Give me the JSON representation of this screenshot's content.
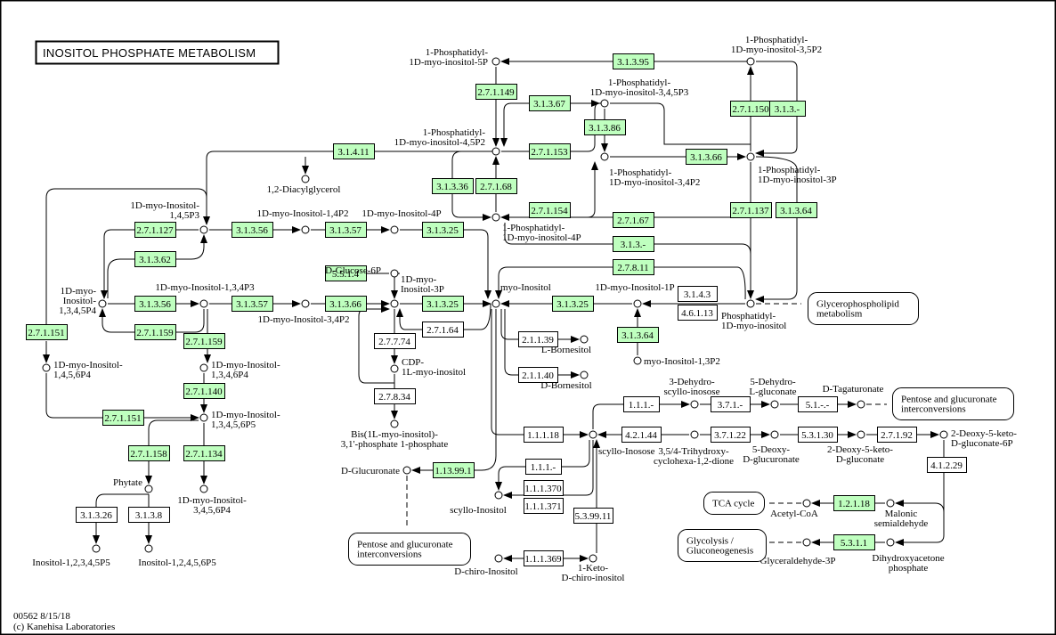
{
  "title": "INOSITOL PHOSPHATE METABOLISM",
  "footer": {
    "line1": "00562 8/15/18",
    "line2": "(c) Kanehisa Laboratories"
  },
  "colors": {
    "enzyme_found": "#bfffbf",
    "enzyme_other": "#ffffff",
    "line": "#000000"
  },
  "enzymes": [
    {
      "id": "e1",
      "label": "3.1.3.95",
      "found": true
    },
    {
      "id": "e2",
      "label": "2.7.1.149",
      "found": true
    },
    {
      "id": "e3",
      "label": "3.1.3.67",
      "found": true
    },
    {
      "id": "e4",
      "label": "3.1.3.86",
      "found": true
    },
    {
      "id": "e5",
      "label": "2.7.1.153",
      "found": true
    },
    {
      "id": "e6",
      "label": "3.1.3.66",
      "found": true
    },
    {
      "id": "e7",
      "label": "2.7.1.150",
      "found": true
    },
    {
      "id": "e8",
      "label": "3.1.3.-",
      "found": true
    },
    {
      "id": "e9",
      "label": "3.1.4.11",
      "found": true
    },
    {
      "id": "e10",
      "label": "3.1.3.36",
      "found": true
    },
    {
      "id": "e11",
      "label": "2.7.1.68",
      "found": true
    },
    {
      "id": "e12",
      "label": "2.7.1.154",
      "found": true
    },
    {
      "id": "e13",
      "label": "2.7.1.67",
      "found": true
    },
    {
      "id": "e14",
      "label": "2.7.1.137",
      "found": true
    },
    {
      "id": "e15",
      "label": "3.1.3.64",
      "found": true
    },
    {
      "id": "e16",
      "label": "2.7.1.127",
      "found": true
    },
    {
      "id": "e17",
      "label": "3.1.3.56",
      "found": true
    },
    {
      "id": "e18",
      "label": "3.1.3.57",
      "found": true
    },
    {
      "id": "e19",
      "label": "3.1.3.25",
      "found": true
    },
    {
      "id": "e20",
      "label": "3.1.3.-",
      "found": true
    },
    {
      "id": "e21",
      "label": "3.1.3.62",
      "found": true
    },
    {
      "id": "e22",
      "label": "5.5.1.4",
      "found": true
    },
    {
      "id": "e23",
      "label": "2.7.8.11",
      "found": true
    },
    {
      "id": "e24",
      "label": "3.1.3.56",
      "found": true
    },
    {
      "id": "e25",
      "label": "3.1.3.57",
      "found": true
    },
    {
      "id": "e26",
      "label": "3.1.3.66",
      "found": true
    },
    {
      "id": "e27",
      "label": "3.1.3.25",
      "found": true
    },
    {
      "id": "e28",
      "label": "3.1.3.25",
      "found": true
    },
    {
      "id": "e29",
      "label": "3.1.4.3",
      "found": false
    },
    {
      "id": "e30",
      "label": "4.6.1.13",
      "found": false
    },
    {
      "id": "e31",
      "label": "2.7.1.151",
      "found": true
    },
    {
      "id": "e32",
      "label": "2.7.1.159",
      "found": true
    },
    {
      "id": "e33",
      "label": "2.7.1.159",
      "found": true
    },
    {
      "id": "e34",
      "label": "2.7.7.74",
      "found": false
    },
    {
      "id": "e35",
      "label": "2.7.1.64",
      "found": false
    },
    {
      "id": "e36",
      "label": "3.1.3.64",
      "found": true
    },
    {
      "id": "e37",
      "label": "2.1.1.39",
      "found": false
    },
    {
      "id": "e38",
      "label": "2.1.1.40",
      "found": false
    },
    {
      "id": "e39",
      "label": "2.7.1.140",
      "found": true
    },
    {
      "id": "e40",
      "label": "2.7.8.34",
      "found": false
    },
    {
      "id": "e41",
      "label": "2.7.1.151",
      "found": true
    },
    {
      "id": "e42",
      "label": "1.1.1.-",
      "found": false
    },
    {
      "id": "e43",
      "label": "3.7.1.-",
      "found": false
    },
    {
      "id": "e44",
      "label": "5.1.-.-",
      "found": false
    },
    {
      "id": "e45",
      "label": "1.1.1.18",
      "found": false
    },
    {
      "id": "e46",
      "label": "4.2.1.44",
      "found": false
    },
    {
      "id": "e47",
      "label": "3.7.1.22",
      "found": false
    },
    {
      "id": "e48",
      "label": "5.3.1.30",
      "found": false
    },
    {
      "id": "e49",
      "label": "2.7.1.92",
      "found": false
    },
    {
      "id": "e50",
      "label": "2.7.1.158",
      "found": true
    },
    {
      "id": "e51",
      "label": "2.7.1.134",
      "found": true
    },
    {
      "id": "e52",
      "label": "1.13.99.1",
      "found": true
    },
    {
      "id": "e53",
      "label": "1.1.1.-",
      "found": false
    },
    {
      "id": "e54",
      "label": "4.1.2.29",
      "found": false
    },
    {
      "id": "e55",
      "label": "1.1.1.370",
      "found": false
    },
    {
      "id": "e56",
      "label": "1.1.1.371",
      "found": false
    },
    {
      "id": "e57",
      "label": "5.3.99.11",
      "found": false
    },
    {
      "id": "e58",
      "label": "1.2.1.18",
      "found": true
    },
    {
      "id": "e59",
      "label": "3.1.3.26",
      "found": false
    },
    {
      "id": "e60",
      "label": "3.1.3.8",
      "found": false
    },
    {
      "id": "e61",
      "label": "1.1.1.369",
      "found": false
    },
    {
      "id": "e62",
      "label": "5.3.1.1",
      "found": true
    }
  ],
  "compounds": [
    {
      "id": "c1",
      "lines": [
        "1-Phosphatidyl-",
        "1D-myo-inositol-5P"
      ]
    },
    {
      "id": "c2",
      "lines": [
        "1-Phosphatidyl-",
        "1D-myo-inositol-3,5P2"
      ]
    },
    {
      "id": "c3",
      "lines": [
        "1-Phosphatidyl-",
        "1D-myo-inositol-3,4,5P3"
      ]
    },
    {
      "id": "c4",
      "lines": [
        "1-Phosphatidyl-",
        "1D-myo-inositol-4,5P2"
      ]
    },
    {
      "id": "c5",
      "lines": [
        "1-Phosphatidyl-",
        "1D-myo-inositol-3,4P2"
      ]
    },
    {
      "id": "c6",
      "lines": [
        "1-Phosphatidyl-",
        "1D-myo-inositol-3P"
      ]
    },
    {
      "id": "c7",
      "lines": [
        "1,2-Diacylglycerol"
      ]
    },
    {
      "id": "c8",
      "lines": [
        "1D-myo-Inositol-",
        "1,4,5P3"
      ]
    },
    {
      "id": "c9",
      "lines": [
        "1D-myo-Inositol-1,4P2"
      ]
    },
    {
      "id": "c10",
      "lines": [
        "1D-myo-Inositol-4P"
      ]
    },
    {
      "id": "c11",
      "lines": [
        "1-Phosphatidyl-",
        "1D-myo-inositol-4P"
      ]
    },
    {
      "id": "c12",
      "lines": [
        "D-Glucose-6P"
      ]
    },
    {
      "id": "c13",
      "lines": [
        "1D-myo-",
        "Inositol-",
        "1,3,4,5P4"
      ]
    },
    {
      "id": "c14",
      "lines": [
        "1D-myo-Inositol-1,3,4P3"
      ]
    },
    {
      "id": "c15",
      "lines": [
        "1D-myo-Inositol-3,4P2"
      ]
    },
    {
      "id": "c16",
      "lines": [
        "1D-myo-",
        "Inositol-3P"
      ]
    },
    {
      "id": "c17",
      "lines": [
        "myo-Inositol"
      ]
    },
    {
      "id": "c18",
      "lines": [
        "1D-myo-Inositol-1P"
      ]
    },
    {
      "id": "c19",
      "lines": [
        "Phosphatidyl-",
        "1D-myo-inositol"
      ]
    },
    {
      "id": "c20",
      "lines": [
        "CDP-",
        "1L-myo-inositol"
      ]
    },
    {
      "id": "c21",
      "lines": [
        "L-Bornesitol"
      ]
    },
    {
      "id": "c22",
      "lines": [
        "myo-Inositol-1,3P2"
      ]
    },
    {
      "id": "c23",
      "lines": [
        "1D-myo-Inositol-",
        "1,4,5,6P4"
      ]
    },
    {
      "id": "c24",
      "lines": [
        "1D-myo-Inositol-",
        "1,3,4,6P4"
      ]
    },
    {
      "id": "c25",
      "lines": [
        "D-Bornesitol"
      ]
    },
    {
      "id": "c26",
      "lines": [
        "3-Dehydro-",
        "scyllo-inosose"
      ]
    },
    {
      "id": "c27",
      "lines": [
        "5-Dehydro-",
        "L-gluconate"
      ]
    },
    {
      "id": "c28",
      "lines": [
        "D-Tagaturonate"
      ]
    },
    {
      "id": "c29",
      "lines": [
        "1D-myo-Inositol-",
        "1,3,4,5,6P5"
      ]
    },
    {
      "id": "c30",
      "lines": [
        "Bis(1L-myo-inositol)-",
        "3,1'-phosphate 1-phosphate"
      ]
    },
    {
      "id": "c31",
      "lines": [
        "scyllo-Inosose"
      ]
    },
    {
      "id": "c32",
      "lines": [
        "3,5/4-Trihydroxy-",
        "cyclohexa-1,2-dione"
      ]
    },
    {
      "id": "c33",
      "lines": [
        "5-Deoxy-",
        "D-glucuronate"
      ]
    },
    {
      "id": "c34",
      "lines": [
        "2-Deoxy-5-keto-",
        "D-gluconate"
      ]
    },
    {
      "id": "c35",
      "lines": [
        "2-Deoxy-5-keto-",
        "D-gluconate-6P"
      ]
    },
    {
      "id": "c36",
      "lines": [
        "D-Glucuronate"
      ]
    },
    {
      "id": "c37",
      "lines": [
        "Phytate"
      ]
    },
    {
      "id": "c38",
      "lines": [
        "1D-myo-Inositol-",
        "3,4,5,6P4"
      ]
    },
    {
      "id": "c39",
      "lines": [
        "scyllo-Inositol"
      ]
    },
    {
      "id": "c40",
      "lines": [
        "Acetyl-CoA"
      ]
    },
    {
      "id": "c41",
      "lines": [
        "Malonic",
        "semialdehyde"
      ]
    },
    {
      "id": "c42",
      "lines": [
        "Glyceraldehyde-3P"
      ]
    },
    {
      "id": "c43",
      "lines": [
        "Dihydroxyacetone",
        "phosphate"
      ]
    },
    {
      "id": "c44",
      "lines": [
        "Inositol-1,2,3,4,5P5"
      ]
    },
    {
      "id": "c45",
      "lines": [
        "Inositol-1,2,4,5,6P5"
      ]
    },
    {
      "id": "c46",
      "lines": [
        "D-chiro-Inositol"
      ]
    },
    {
      "id": "c47",
      "lines": [
        "1-Keto-",
        "D-chiro-inositol"
      ]
    }
  ],
  "pathway_links": [
    {
      "id": "p1",
      "lines": [
        "Glycerophospholipid",
        "metabolism"
      ]
    },
    {
      "id": "p2",
      "lines": [
        "Pentose and glucuronate",
        "interconversions"
      ]
    },
    {
      "id": "p3",
      "lines": [
        "Pentose and glucuronate",
        "interconversions"
      ]
    },
    {
      "id": "p4",
      "lines": [
        "TCA cycle"
      ]
    },
    {
      "id": "p5",
      "lines": [
        "Glycolysis /",
        "Gluconeogenesis"
      ]
    }
  ]
}
